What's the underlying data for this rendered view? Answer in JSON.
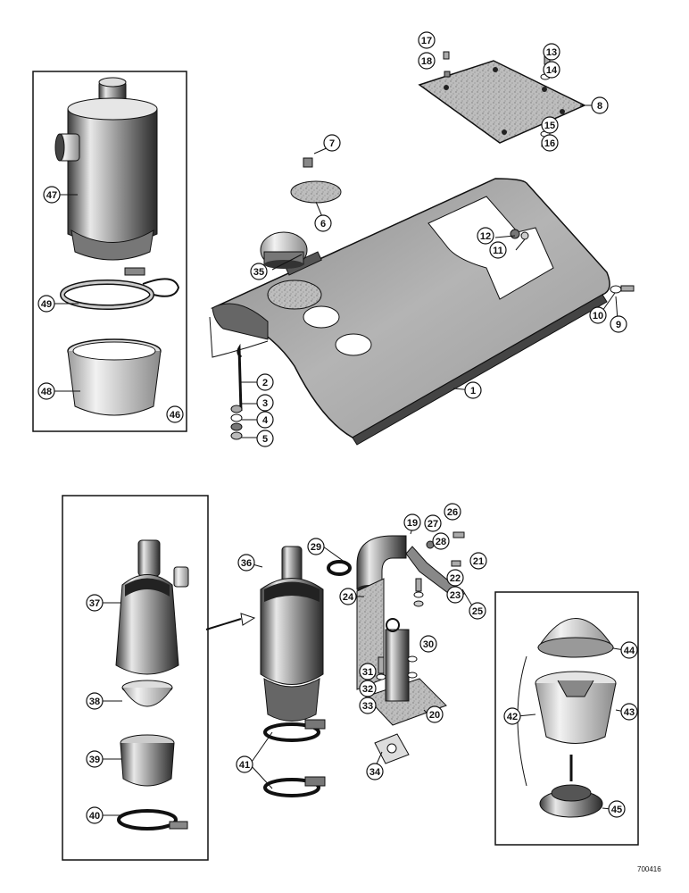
{
  "diagram": {
    "reference_code": "700416",
    "callouts": [
      "1",
      "2",
      "3",
      "4",
      "5",
      "6",
      "7",
      "8",
      "9",
      "10",
      "11",
      "12",
      "13",
      "14",
      "15",
      "16",
      "17",
      "18",
      "19",
      "20",
      "21",
      "22",
      "23",
      "24",
      "25",
      "26",
      "27",
      "28",
      "29",
      "30",
      "31",
      "32",
      "33",
      "34",
      "35",
      "36",
      "37",
      "38",
      "39",
      "40",
      "41",
      "42",
      "43",
      "44",
      "45",
      "46",
      "47",
      "48",
      "49"
    ]
  },
  "colors": {
    "ink": "#111111",
    "metal_light": "#dcdcdc",
    "metal_mid": "#a8a8a8",
    "metal_dark": "#555555",
    "paper": "#ffffff"
  }
}
